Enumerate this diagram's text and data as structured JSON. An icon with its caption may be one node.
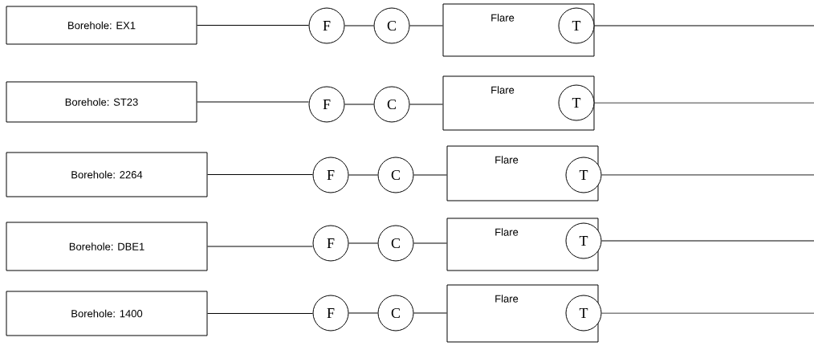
{
  "diagram": {
    "nodes": [
      {
        "text": [
          "Borehole: EX1"
        ]
      },
      {
        "text": [
          "F"
        ]
      },
      {
        "text": [
          "C"
        ]
      },
      {
        "text": [
          "Flare"
        ]
      },
      {
        "text": [
          "T"
        ],
        "in": 3
      },
      {
        "text": [
          "Borehole: ST23"
        ]
      },
      {
        "text": [
          "F"
        ]
      },
      {
        "text": [
          "C"
        ]
      },
      {
        "text": [
          "Flare"
        ]
      },
      {
        "text": [
          "T"
        ],
        "in": 8
      },
      {
        "text": [
          "Borehole: 2264"
        ]
      },
      {
        "text": [
          "F"
        ]
      },
      {
        "text": [
          "C"
        ]
      },
      {
        "text": [
          "Flare"
        ]
      },
      {
        "text": [
          "T"
        ],
        "in": 13
      },
      {
        "text": [
          "Borehole: DBE1"
        ]
      },
      {
        "text": [
          "F"
        ]
      },
      {
        "text": [
          "C"
        ]
      },
      {
        "text": [
          "Flare"
        ]
      },
      {
        "text": [
          "T"
        ],
        "in": 18
      },
      {
        "text": [
          "Borehole: 1400"
        ]
      },
      {
        "text": [
          "F"
        ]
      },
      {
        "text": [
          "C"
        ]
      },
      {
        "text": [
          "Flare"
        ]
      },
      {
        "text": [
          "T"
        ],
        "in": 23
      }
    ],
    "edges": [
      {
        "from": 0,
        "to": 1,
        "arrow": "none"
      },
      {
        "from": 1,
        "to": 2,
        "arrow": "none"
      },
      {
        "from": 2,
        "to": 3,
        "arrow": "none"
      },
      {
        "from": 4,
        "to": null,
        "arrow": "none"
      },
      {
        "from": 5,
        "to": 6,
        "arrow": "none"
      },
      {
        "from": 6,
        "to": 7,
        "arrow": "none"
      },
      {
        "from": 7,
        "to": 8,
        "arrow": "none"
      },
      {
        "from": 9,
        "to": null,
        "arrow": "none"
      },
      {
        "from": 10,
        "to": 11,
        "arrow": "none"
      },
      {
        "from": 11,
        "to": 12,
        "arrow": "none"
      },
      {
        "from": 12,
        "to": 13,
        "arrow": "none"
      },
      {
        "from": 14,
        "to": null,
        "arrow": "none"
      },
      {
        "from": 15,
        "to": 16,
        "arrow": "none"
      },
      {
        "from": 16,
        "to": 17,
        "arrow": "none"
      },
      {
        "from": 17,
        "to": 18,
        "arrow": "none"
      },
      {
        "from": 19,
        "to": null,
        "arrow": "none"
      },
      {
        "from": 20,
        "to": 21,
        "arrow": "none"
      },
      {
        "from": 21,
        "to": 22,
        "arrow": "none"
      },
      {
        "from": 22,
        "to": 23,
        "arrow": "none"
      },
      {
        "from": 24,
        "to": null,
        "arrow": "none"
      }
    ]
  }
}
